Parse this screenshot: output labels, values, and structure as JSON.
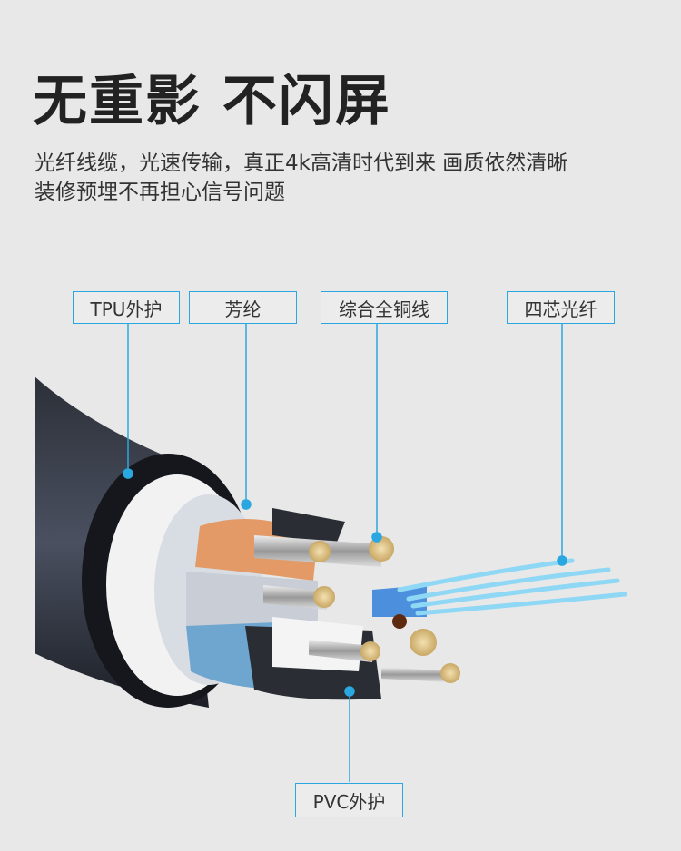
{
  "headline": "无重影 不闪屏",
  "description": [
    "光纤线缆，光速传输，真正4k高清时代到来 画质依然清晰",
    "装修预埋不再担心信号问题"
  ],
  "labels": {
    "tpu": "TPU外护",
    "aramid": "芳纶",
    "copper": "综合全铜线",
    "fiber": "四芯光纤",
    "pvc": "PVC外护"
  },
  "colors": {
    "accent": "#2aa7e0",
    "background": "#e8e8e8"
  }
}
